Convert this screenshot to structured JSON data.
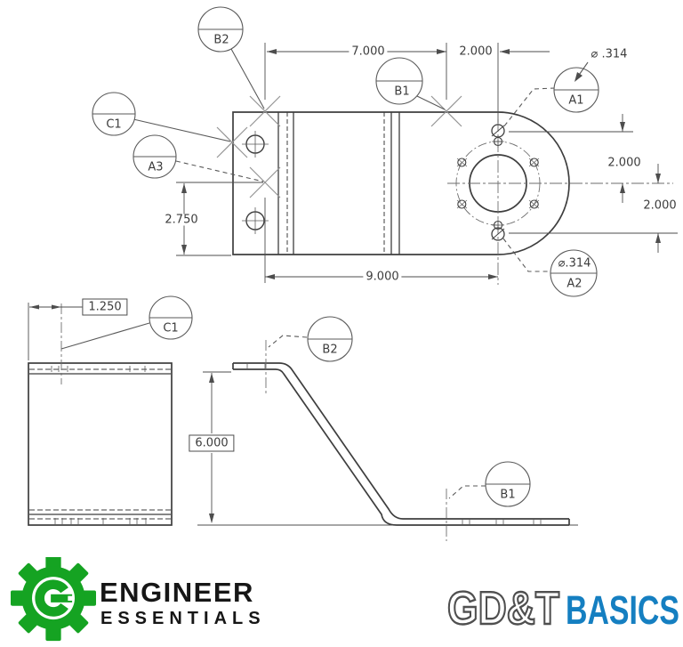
{
  "drawing": {
    "top_view": {
      "dimensions": {
        "width_7000": "7.000",
        "offset_2000": "2.000",
        "hole_dia_top": "⌀ .314",
        "spacing_2000_upper": "2.000",
        "spacing_2000_lower": "2.000",
        "height_2750": "2.750",
        "length_9000": "9.000",
        "hole_dia_bottom": "⌀.314"
      },
      "datum_targets": {
        "b2": "B2",
        "c1": "C1",
        "a3": "A3",
        "b1": "B1",
        "a1": "A1",
        "a2": "A2"
      }
    },
    "side_view": {
      "basic_width_1250": "1.250",
      "datum_target_c1": "C1"
    },
    "front_view": {
      "basic_height_6000": "6.000",
      "datum_target_b2": "B2",
      "datum_target_b1": "B1"
    }
  },
  "footer": {
    "engineer_essentials": {
      "line1": "ENGINEER",
      "line2": "ESSENTIALS",
      "brand_green": "#15a322"
    },
    "gdt_basics": {
      "word1": "GD&T",
      "word2": "BASICS",
      "brand_blue": "#157fc1"
    }
  }
}
